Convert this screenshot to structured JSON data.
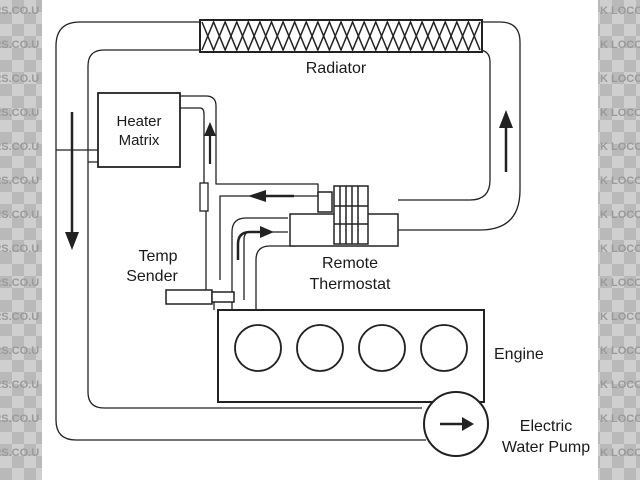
{
  "labels": {
    "radiator": "Radiator",
    "heater_line1": "Heater",
    "heater_line2": "Matrix",
    "temp_line1": "Temp",
    "temp_line2": "Sender",
    "thermo_line1": "Remote",
    "thermo_line2": "Thermostat",
    "engine": "Engine",
    "pump_line1": "Electric",
    "pump_line2": "Water Pump"
  },
  "watermark": {
    "left_text": "ERS.CO.U",
    "right_text": "K LOCOST"
  },
  "icons": [
    "flow-arrow-down-icon",
    "flow-arrow-up-icon",
    "flow-arrow-left-icon",
    "flow-arrow-right-icon",
    "pump-arrow-icon"
  ],
  "colors": {
    "stroke": "#222222",
    "background": "#ffffff",
    "watermark_bg": "#d0d0d0",
    "watermark_text": "#9a9a9a"
  }
}
